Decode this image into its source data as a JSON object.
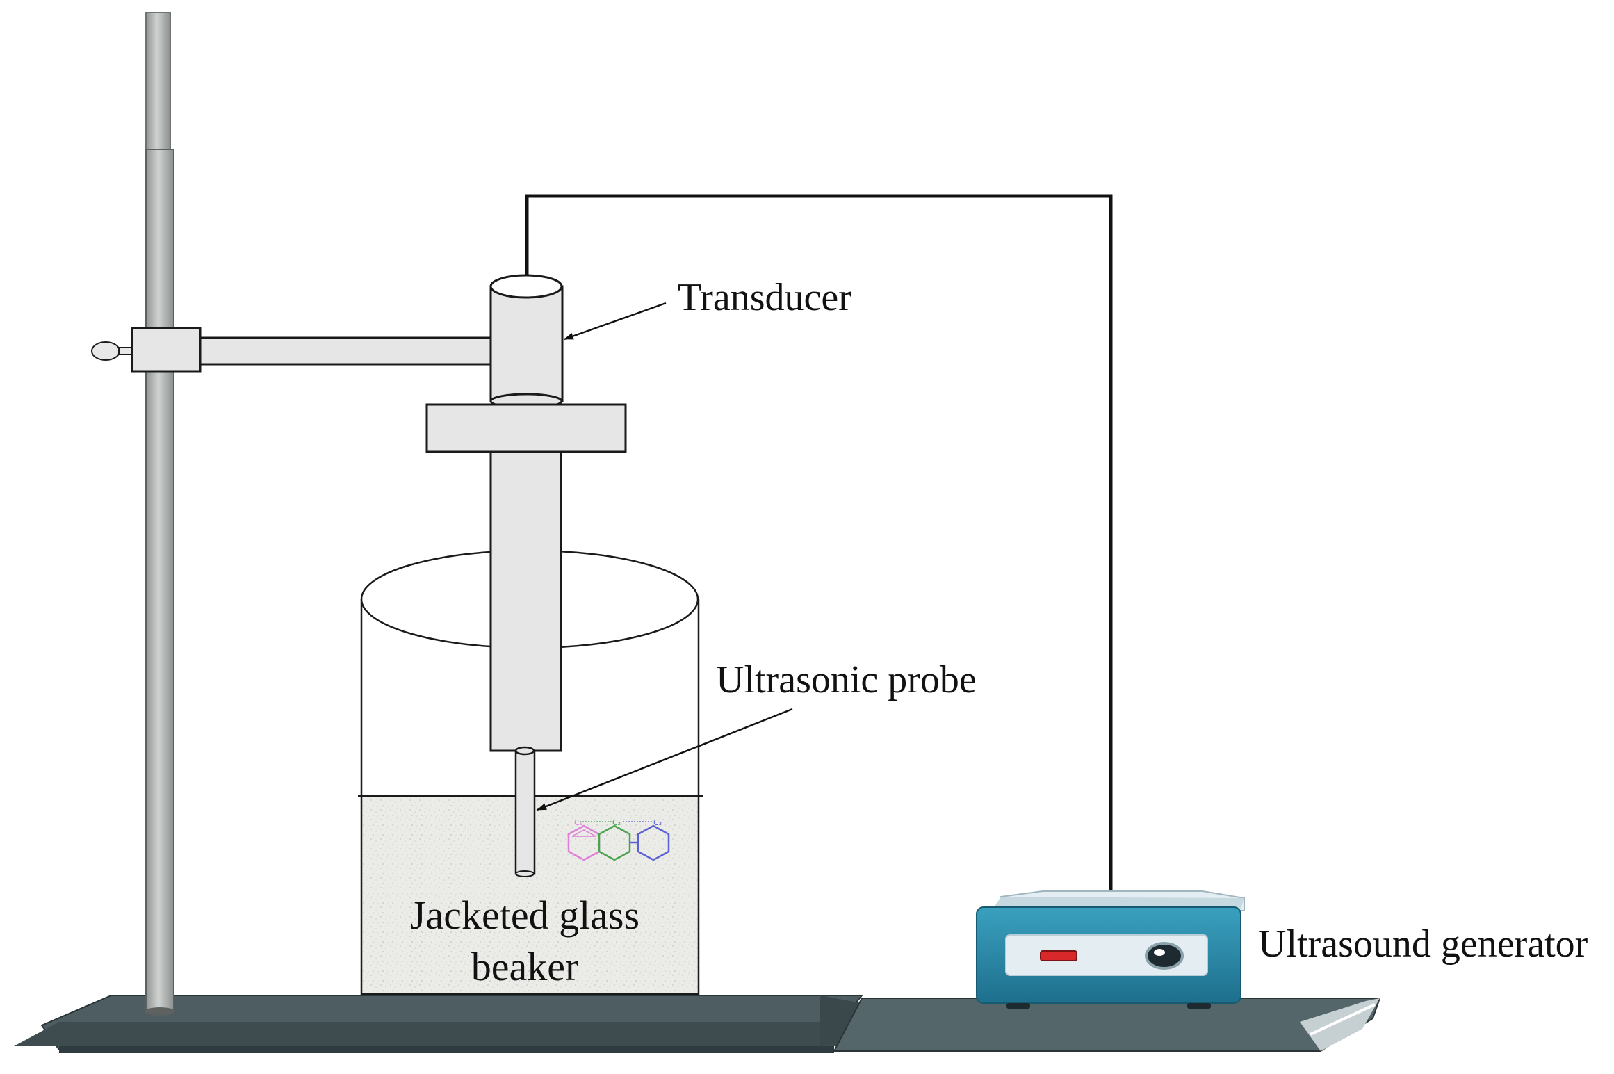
{
  "labels": {
    "transducer": "Transducer",
    "ultrasonic_probe": "Ultrasonic probe",
    "beaker_line1": "Jacketed glass",
    "beaker_line2": "beaker",
    "generator": "Ultrasound generator"
  },
  "molecule_sublabels": [
    "C₁",
    "C₂",
    "C₃"
  ],
  "colors": {
    "stand_base": "#4a5a5e",
    "rod": "#b9bdbb",
    "parts_fill": "#e6e6e6",
    "outline": "#1a1a1a",
    "liquid": "#e9e9e6",
    "generator_body": "#2b8aa8",
    "generator_top": "#e4eef2",
    "ring_pink": "#e07fd8",
    "ring_green": "#4aa34f",
    "ring_blue": "#5a60d6",
    "indicator_red": "#d8282a"
  }
}
